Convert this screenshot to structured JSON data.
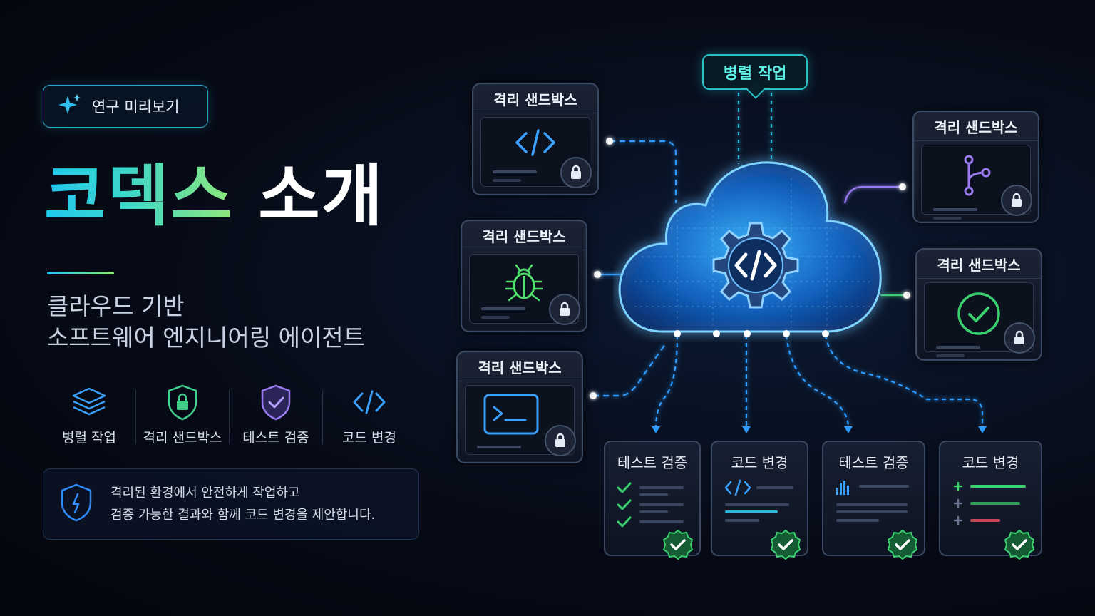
{
  "badge": {
    "icon": "sparkle-icon",
    "label": "연구 미리보기"
  },
  "title": {
    "part1": "코덱스",
    "part2": "소개"
  },
  "subtitle": {
    "line1": "클라우드 기반",
    "line2": "소프트웨어 엔지니어링 에이전트"
  },
  "features": [
    {
      "icon": "layers-icon",
      "label": "병렬 작업"
    },
    {
      "icon": "lock-shield-icon",
      "label": "격리 샌드박스"
    },
    {
      "icon": "check-shield-icon",
      "label": "테스트 검증"
    },
    {
      "icon": "code-icon",
      "label": "코드 변경"
    }
  ],
  "info": {
    "icon": "shield-icon",
    "line1": "격리된 환경에서 안전하게 작업하고",
    "line2": "검증 가능한 결과와 함께 코드 변경을 제안합니다."
  },
  "diagram": {
    "parallel_label": "병렬 작업",
    "cloud_icon": "gear-code-icon",
    "sandboxes": [
      {
        "label": "격리 샌드박스",
        "icon": "code-icon"
      },
      {
        "label": "격리 샌드박스",
        "icon": "bug-icon"
      },
      {
        "label": "격리 샌드박스",
        "icon": "terminal-icon"
      },
      {
        "label": "격리 샌드박스",
        "icon": "branch-icon"
      },
      {
        "label": "격리 샌드박스",
        "icon": "check-circle-icon"
      }
    ],
    "outputs": [
      {
        "label": "테스트 검증",
        "icon": "checklist-icon"
      },
      {
        "label": "코드 변경",
        "icon": "code-icon"
      },
      {
        "label": "테스트 검증",
        "icon": "bar-chart-icon"
      },
      {
        "label": "코드 변경",
        "icon": "diff-icon"
      }
    ]
  },
  "colors": {
    "cyan": "#1fc8f0",
    "green": "#8ee87a",
    "check_green": "#3cd170",
    "purple": "#9a7cf0",
    "cloud_blue": "#3aa8ff"
  }
}
